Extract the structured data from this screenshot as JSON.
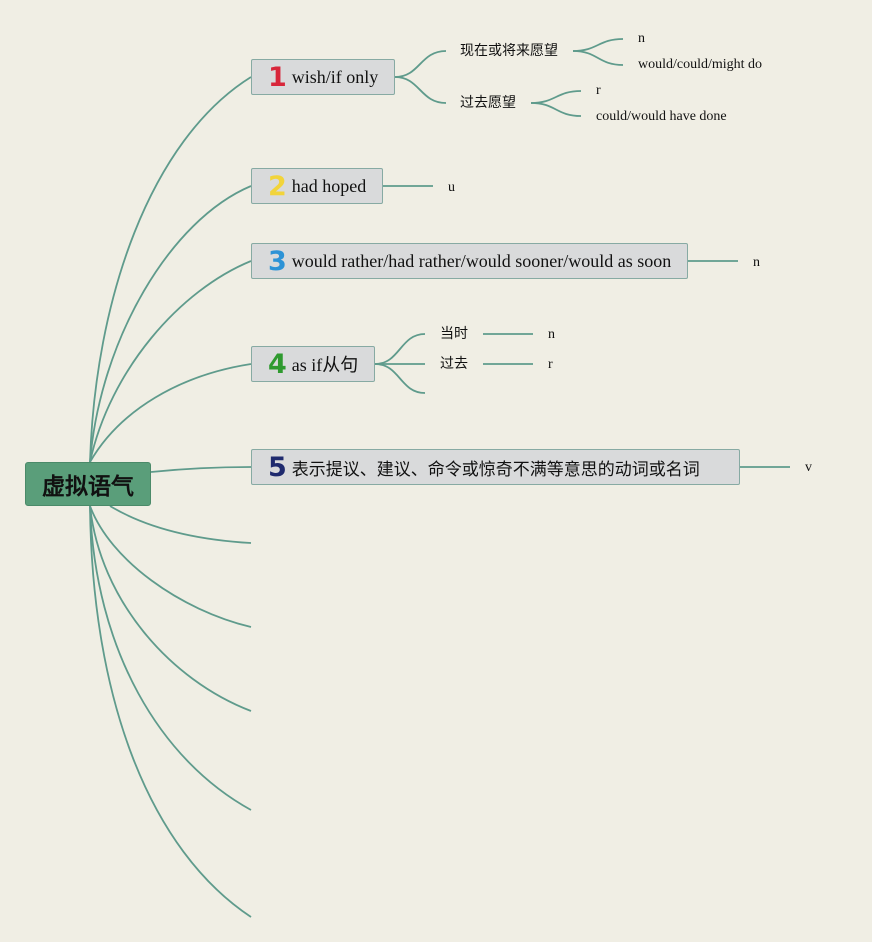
{
  "central": {
    "label": "虚拟语气"
  },
  "topics": [
    {
      "number": "1",
      "number_color": "#d8263a",
      "label": "wish/if only"
    },
    {
      "number": "2",
      "number_color": "#f2d43a",
      "label": "had hoped"
    },
    {
      "number": "3",
      "number_color": "#2d93d6",
      "label": "would rather/had rather/would sooner/would as soon"
    },
    {
      "number": "4",
      "number_color": "#2f9a2f",
      "label": "as if从句"
    },
    {
      "number": "5",
      "number_color": "#1f2a6e",
      "label": "表示提议、建议、命令或惊奇不满等意思的动词或名词"
    }
  ],
  "t1": {
    "present_label": "现在或将来愿望",
    "present_leaf_1": "n",
    "present_leaf_2": "would/could/might do",
    "past_label": "过去愿望",
    "past_leaf_1": "r",
    "past_leaf_2": "could/would have done"
  },
  "t2": {
    "leaf": "u"
  },
  "t3": {
    "leaf": "n"
  },
  "t4": {
    "then_label": "当时",
    "then_leaf": "n",
    "past_label": "过去",
    "past_leaf": "r"
  },
  "t5": {
    "leaf": "v"
  },
  "colors": {
    "connector": "#5f9b8c",
    "central_fill": "#5a9e7a",
    "topic_fill": "#d9dadb",
    "background": "#f0eee4"
  }
}
